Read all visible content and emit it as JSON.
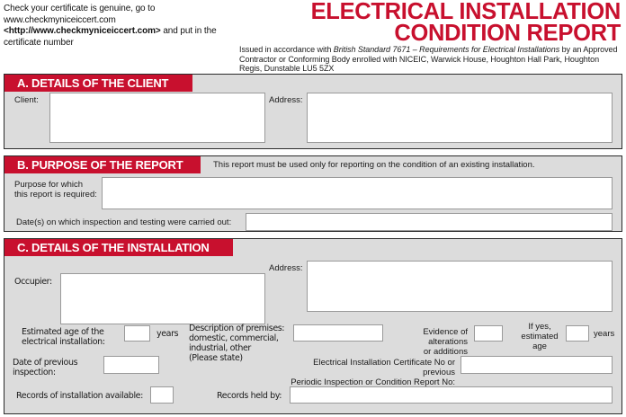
{
  "masthead": {
    "cert_note_line1": "Check your certificate is genuine, go to",
    "cert_note_line2": "www.checkmyniceiccert.com",
    "cert_note_url": "<http://www.checkmyniceiccert.com>",
    "cert_note_line3": "and put in the",
    "cert_note_line4": "certificate number",
    "title_line1": "ELECTRICAL INSTALLATION",
    "title_line2": "CONDITION REPORT",
    "issued_pre": "Issued in accordance with ",
    "issued_italic": "British Standard 7671 – Requirements for Electrical Installations",
    "issued_post": " by an Approved Contractor or Conforming Body enrolled with NICEIC, Warwick House, Houghton Hall Park, Houghton Regis, Dunstable LU5 5ZX"
  },
  "colors": {
    "brand_red": "#C8102E",
    "panel_grey": "#dcdcdc",
    "border_dark": "#2b2b2b",
    "field_border": "#9a9a9a"
  },
  "sectionA": {
    "heading": "A. DETAILS OF THE CLIENT",
    "client_label": "Client:",
    "client_value": "",
    "address_label": "Address:",
    "address_value": ""
  },
  "sectionB": {
    "heading": "B. PURPOSE OF THE REPORT",
    "note": "This report must be used only for reporting on the condition of an existing installation.",
    "purpose_label_line1": "Purpose for which",
    "purpose_label_line2": "this report is required:",
    "purpose_value": "",
    "dates_label": "Date(s) on which inspection and testing were carried out:",
    "dates_value": ""
  },
  "sectionC": {
    "heading": "C. DETAILS OF THE INSTALLATION",
    "occupier_label": "Occupier:",
    "occupier_value": "",
    "address_label": "Address:",
    "address_value": "",
    "estimated_age_label_line1": "Estimated age of the",
    "estimated_age_label_line2": "electrical installation:",
    "estimated_age_value": "",
    "years_label_1": "years",
    "description_label_line1": "Description of premises:",
    "description_label_line2": "domestic, commercial,",
    "description_label_line3": "industrial, other",
    "description_label_line4": "(Please state)",
    "description_value": "",
    "evidence_label_line1": "Evidence of alterations",
    "evidence_label_line2": "or additions",
    "evidence_value": "",
    "if_yes_label_line1": "If yes,",
    "if_yes_label_line2": "estimated",
    "if_yes_label_line3": "age",
    "if_yes_value": "",
    "years_label_2": "years",
    "previous_inspection_label_line1": "Date of previous",
    "previous_inspection_label_line2": "inspection:",
    "previous_inspection_value": "",
    "certificate_label_line1": "Electrical Installation Certificate No or previous",
    "certificate_label_line2": "Periodic Inspection or Condition Report No:",
    "certificate_value": "",
    "records_available_label": "Records of installation available:",
    "records_available_value": "",
    "records_held_by_label": "Records held by:",
    "records_held_by_value": ""
  }
}
